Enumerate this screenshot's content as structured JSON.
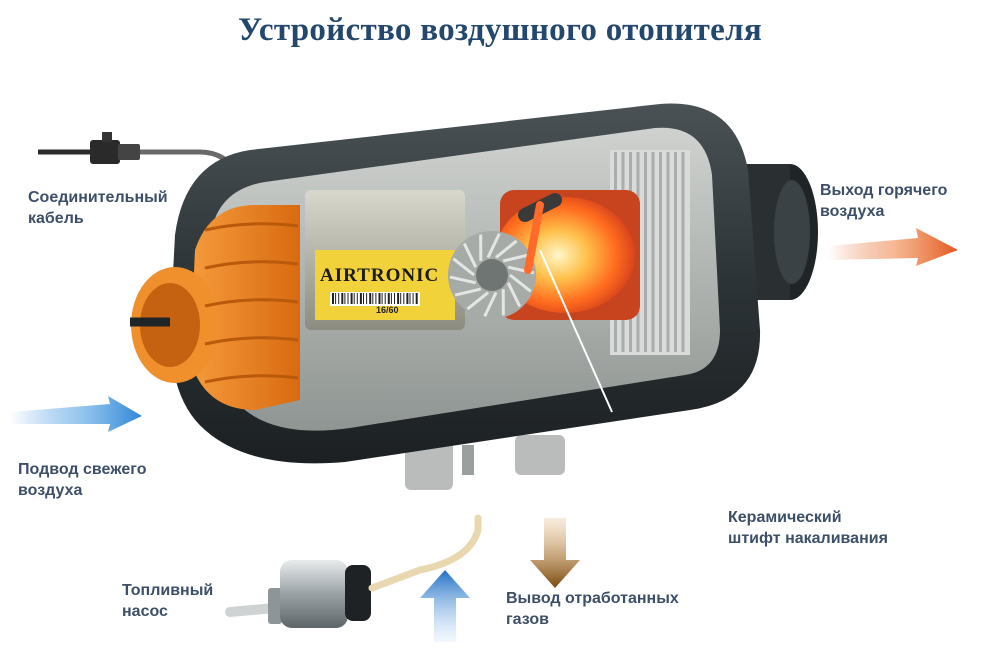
{
  "title": "Устройство воздушного отопителя",
  "brand": "AIRTRONIC",
  "brand_code": "16/60",
  "labels": {
    "cable": [
      "Соединительный",
      "кабель"
    ],
    "hot_air": [
      "Выход горячего",
      "воздуха"
    ],
    "fresh_air": [
      "Подвод свежего",
      "воздуха"
    ],
    "glow_pin": [
      "Керамический",
      "штифт накаливания"
    ],
    "fuel_pump": [
      "Топливный",
      "насос"
    ],
    "exhaust": [
      "Вывод отработанных",
      "газов"
    ]
  },
  "colors": {
    "title": "#24476e",
    "label": "#3d4f68",
    "housing": "#2c3336",
    "fan": "#ea7f1c",
    "heat": "#ff5a1a",
    "arrow_cold": "#2f86d6",
    "arrow_hot": "#e2571c",
    "arrow_exhaust": "#8a5512"
  },
  "icons": {
    "fresh_air_arrow": "arrow-right-icon",
    "hot_air_arrow": "arrow-right-icon",
    "exhaust_arrow": "arrow-down-icon",
    "intake_arrow": "arrow-up-icon"
  }
}
